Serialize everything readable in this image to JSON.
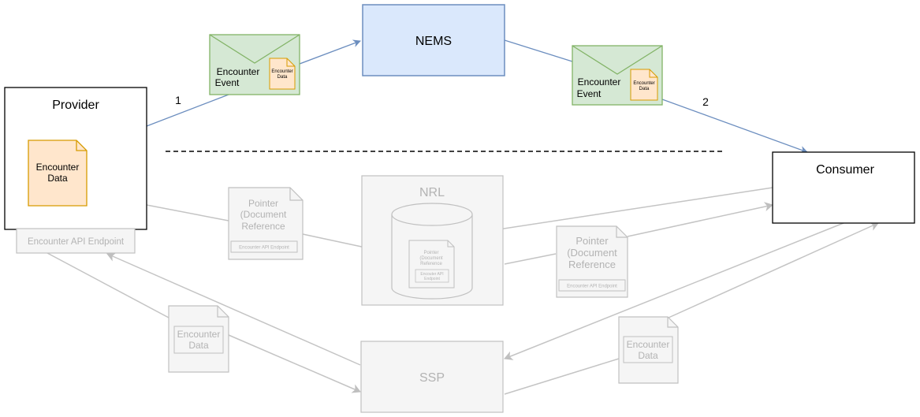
{
  "nodes": {
    "nems": "NEMS",
    "provider": "Provider",
    "consumer": "Consumer",
    "nrl": "NRL",
    "ssp": "SSP",
    "endpoint": "Encounter API Endpoint"
  },
  "provider_doc": {
    "line1": "Encounter",
    "line2": "Data"
  },
  "envelope_left": {
    "line1": "Encounter",
    "line2": "Event",
    "doc_line1": "Encounter",
    "doc_line2": "Data"
  },
  "envelope_right": {
    "line1": "Encounter",
    "line2": "Event",
    "doc_line1": "Encounter",
    "doc_line2": "Data"
  },
  "pointer_left": {
    "line1": "Pointer",
    "line2": "(Document",
    "line3": "Reference",
    "endpoint": "Encounter API Endpoint"
  },
  "pointer_right": {
    "line1": "Pointer",
    "line2": "(Document",
    "line3": "Reference",
    "endpoint": "Encounter API Endpoint"
  },
  "nrl_pointer": {
    "line1": "Pointer",
    "line2": "(Document",
    "line3": "Reference",
    "endpoint_line1": "Encouter API",
    "endpoint_line2": "Endpoint"
  },
  "ssp_doc_left": {
    "line1": "Encounter",
    "line2": "Data"
  },
  "ssp_doc_right": {
    "line1": "Encounter",
    "line2": "Data"
  },
  "steps": {
    "one": "1",
    "two": "2"
  },
  "colors": {
    "nems_fill": "#dae8fc",
    "nems_stroke": "#6c8ebf",
    "envelope_fill": "#d5e8d4",
    "envelope_stroke": "#82b366",
    "doc_fill": "#ffe6cc",
    "doc_stroke": "#d79b00",
    "faded": "#c0c0c0",
    "faded_fill": "#f5f5f5",
    "faded_text": "#b3b3b3",
    "flow": "#6c8ebf"
  }
}
